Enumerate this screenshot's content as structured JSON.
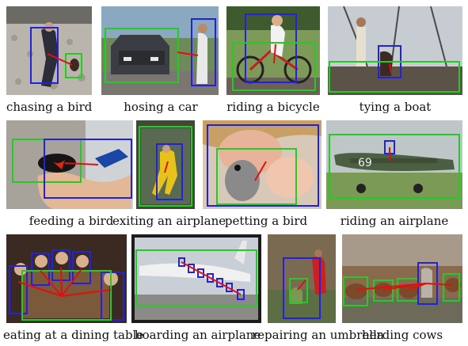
{
  "colors": {
    "human_box": "#2222dd",
    "object_box": "#22cc22",
    "interaction_line": "#e01010"
  },
  "captions": {
    "chasing_bird": "chasing a bird",
    "hosing_car": "hosing a car",
    "riding_bicycle": "riding a bicycle",
    "tying_boat": "tying a boat",
    "feeding_bird": "feeding a bird",
    "exiting_airplane": "exiting an airplane",
    "petting_bird": "petting a bird",
    "riding_airplane": "riding an airplane",
    "eating_table": "eating at a dining table",
    "boarding_airplane": "boarding an airplane",
    "repairing_umbrella": "repairing an umbrella",
    "herding_cows": "herding cows"
  }
}
